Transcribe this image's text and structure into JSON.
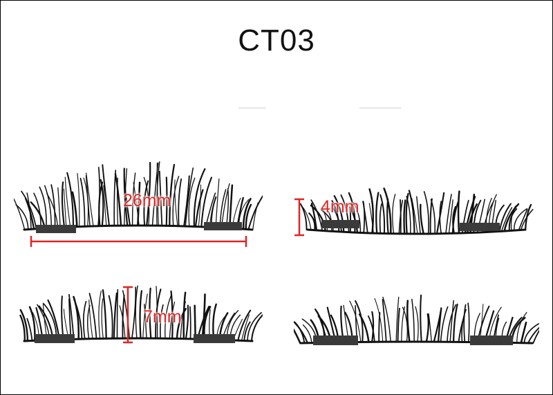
{
  "title": "CT03",
  "measurements": {
    "length": "26mm",
    "inner_height": "4mm",
    "outer_height": "7mm"
  },
  "colors": {
    "lash": "#111111",
    "magnet_strip": "#3a3a3a",
    "dimension_line": "#e02424"
  }
}
